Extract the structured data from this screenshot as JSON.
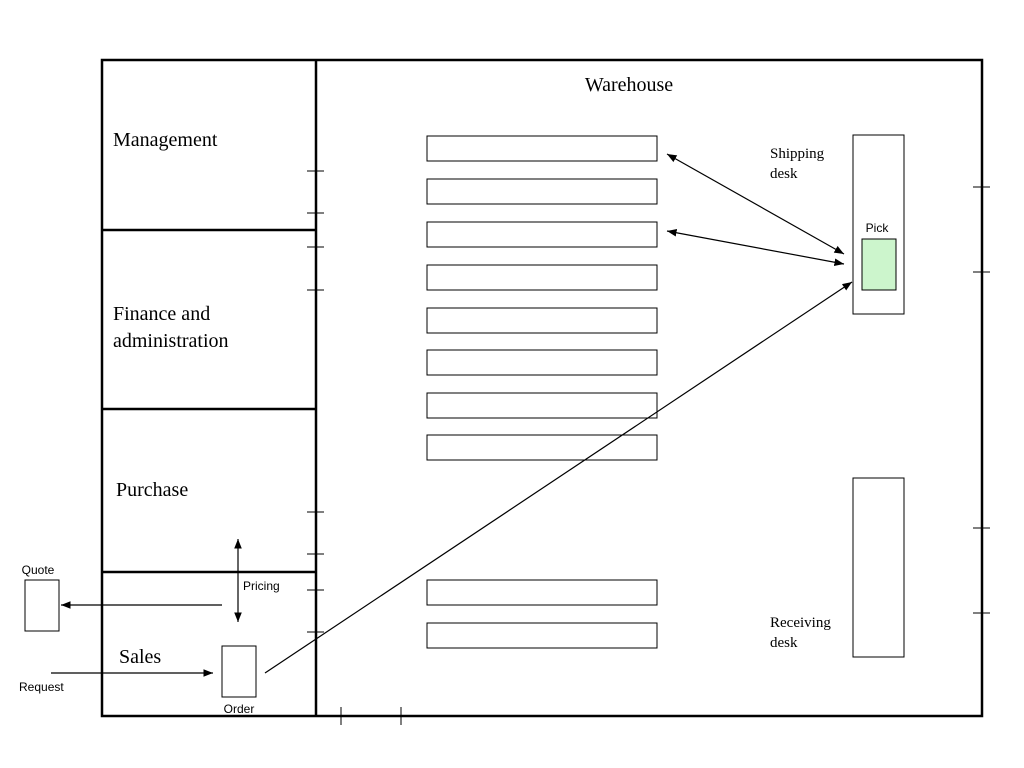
{
  "labels": {
    "warehouse": "Warehouse",
    "management": "Management",
    "finance_line1": "Finance and",
    "finance_line2": "administration",
    "purchase": "Purchase",
    "sales": "Sales",
    "shipping_line1": "Shipping",
    "shipping_line2": "desk",
    "receiving_line1": "Receiving",
    "receiving_line2": "desk",
    "pick": "Pick",
    "pricing": "Pricing",
    "quote": "Quote",
    "request": "Request",
    "order": "Order"
  },
  "colors": {
    "pick_box_fill": "#ccf5cc",
    "line": "#000000"
  }
}
